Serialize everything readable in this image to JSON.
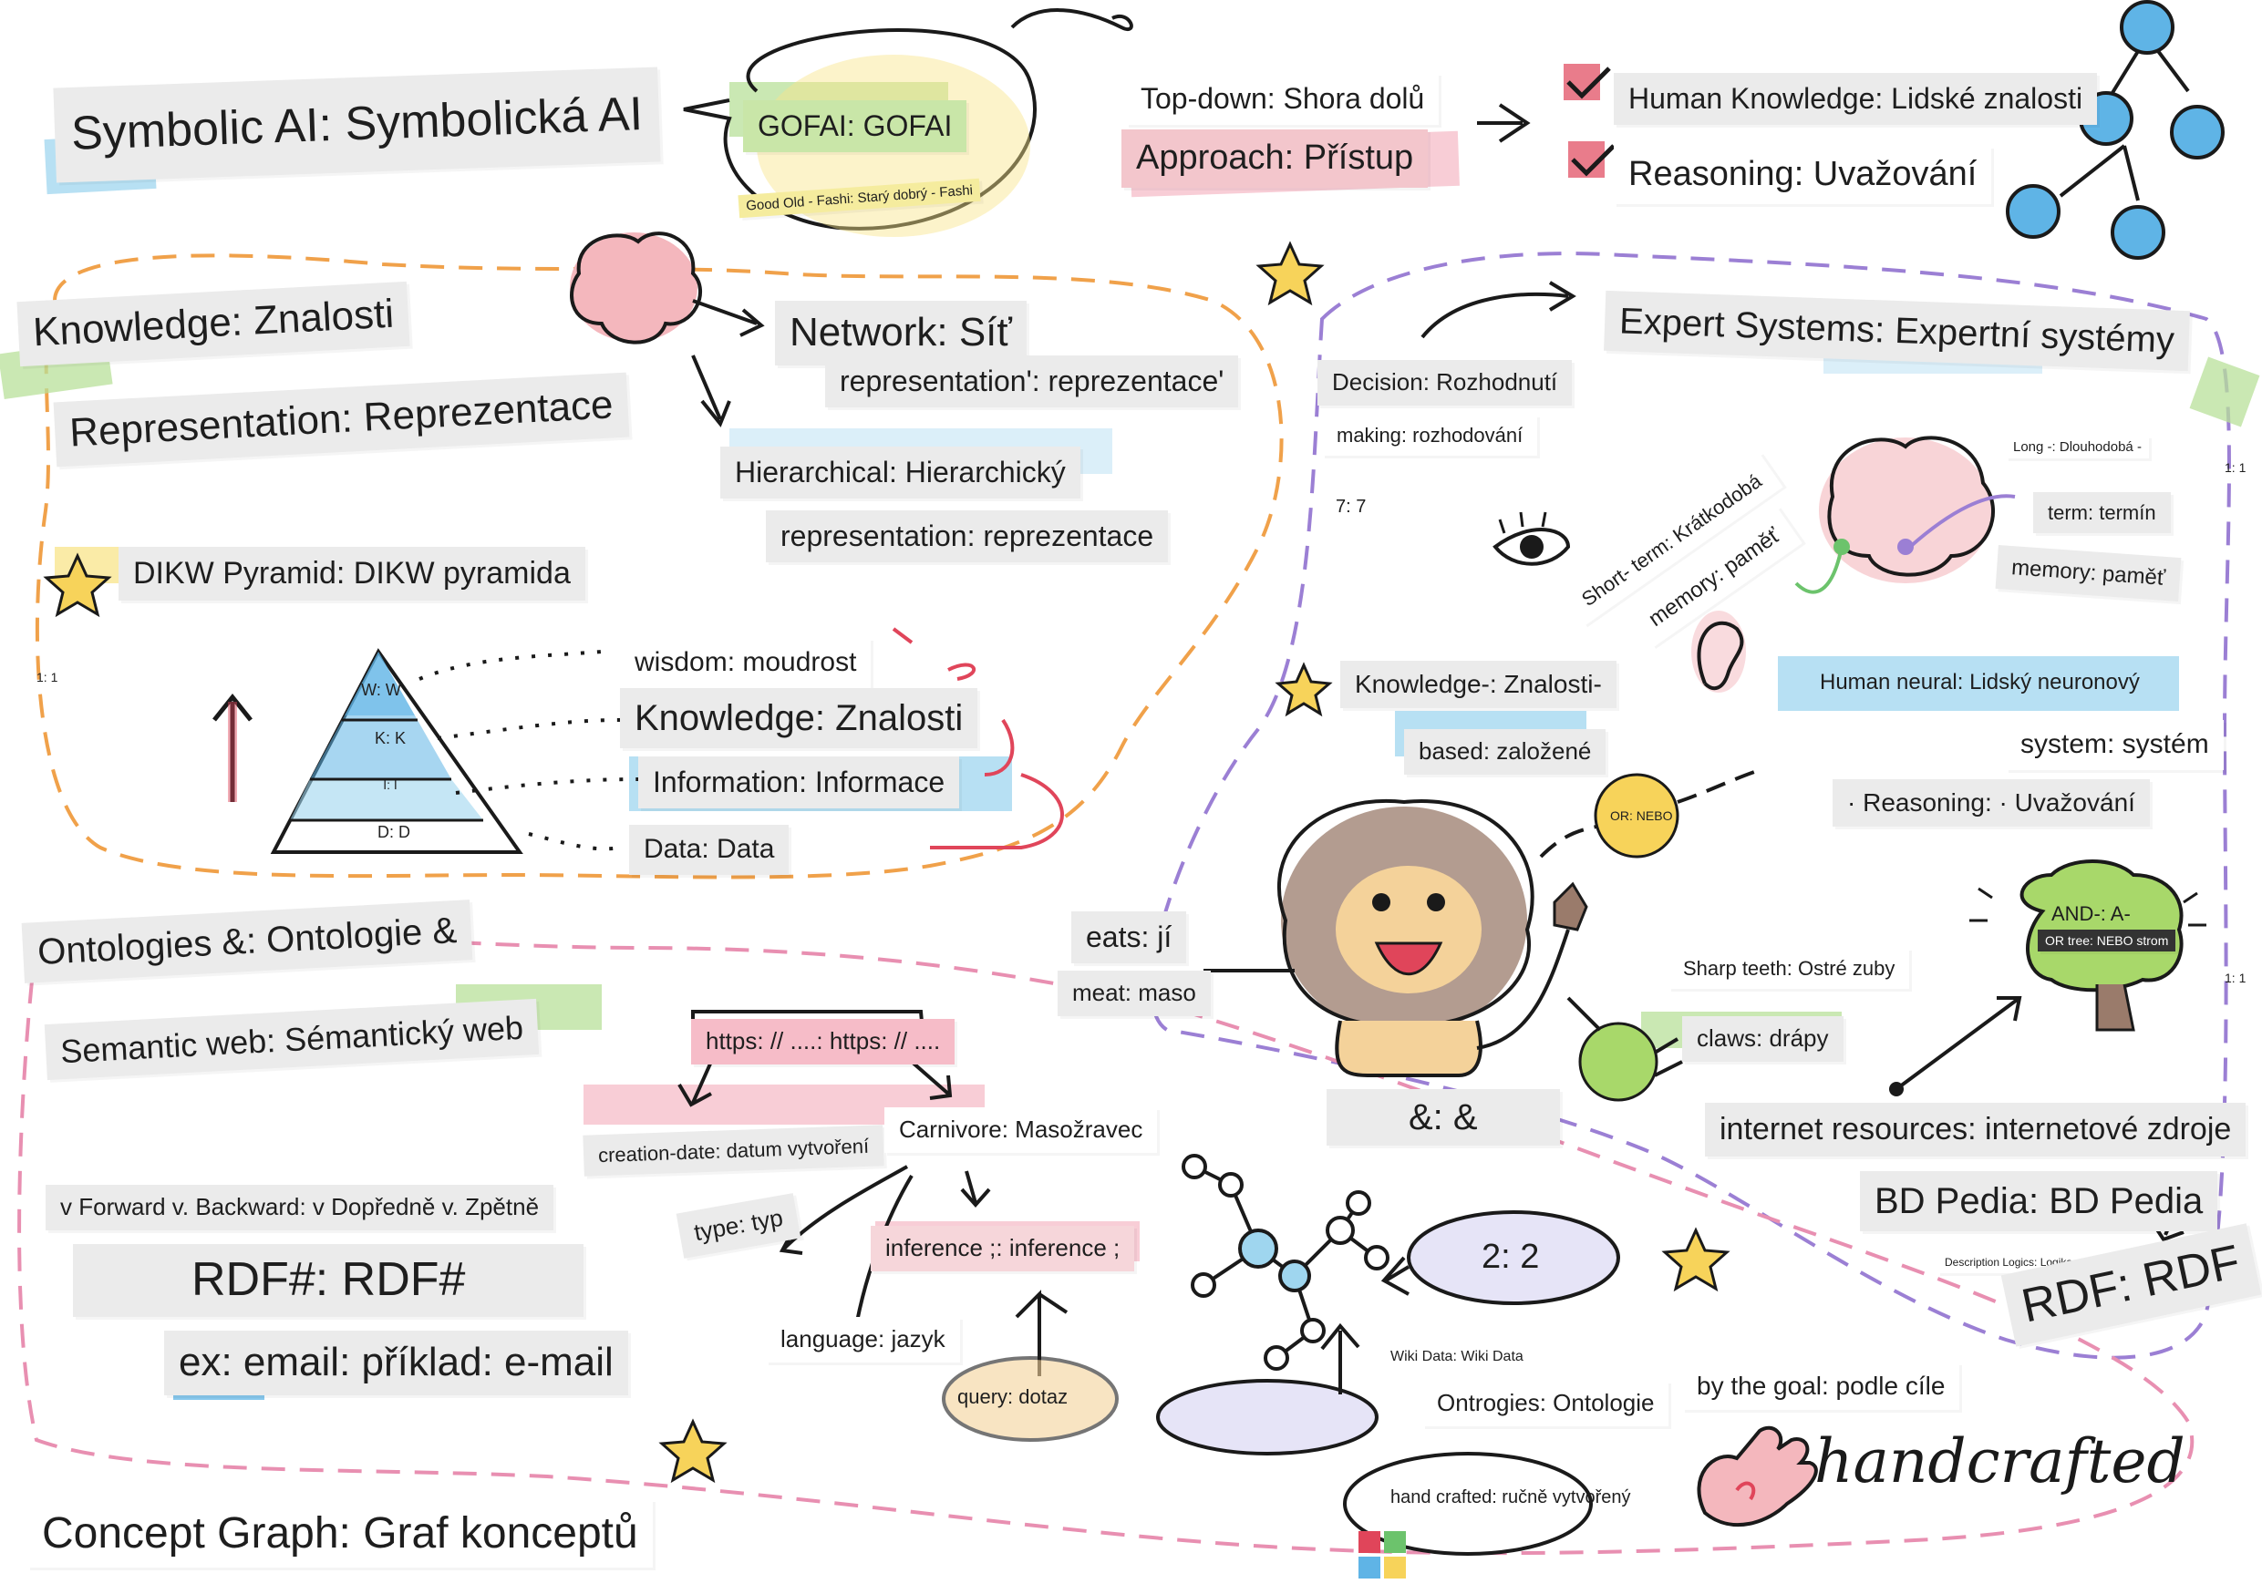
{
  "labels": {
    "symbolic_ai": "Symbolic AI: Symbolická AI",
    "gofai": "GOFAI: GOFAI",
    "good_old": "Good Old - Fashi: Starý dobrý - Fashi",
    "top_down": "Top-down: Shora dolů",
    "approach": "Approach: Přístup",
    "human_knowledge": "Human Knowledge: Lidské znalosti",
    "reasoning": "Reasoning: Uvažování",
    "knowledge": "Knowledge: Znalosti",
    "representation": "Representation: Reprezentace",
    "network": "Network: Síť",
    "representation_q": "representation': reprezentace'",
    "hierarchical": "Hierarchical: Hierarchický",
    "hier_representation": "representation: reprezentace",
    "dikw": "DIKW Pyramid: DIKW pyramida",
    "wisdom": "wisdom: moudrost",
    "knowledge2": "Knowledge: Znalosti",
    "information": "Information: Informace",
    "data": "Data: Data",
    "ontologies": "Ontologies &: Ontologie &",
    "semantic_web": "Semantic web: Sémantický web",
    "forward_backward": "v Forward v. Backward: v Dopředně v. Zpětně",
    "rdf_hash": "RDF#: RDF#",
    "example_email": "ex: email: příklad: e-mail",
    "concept_graph": "Concept Graph: Graf konceptů",
    "https": "https: // ....: https: // ....",
    "creation_date": "creation-date: datum vytvoření",
    "carnivore": "Carnivore: Masožravec",
    "type": "type: typ",
    "inference": "inference ;: inference ;",
    "language": "language: jazyk",
    "query": "query: dotaz",
    "decision": "Decision: Rozhodnutí",
    "making": "making: rozhodování",
    "seven": "7: 7",
    "expert_systems": "Expert Systems: Expertní systémy",
    "short_term": "Short- term: Krátkodobá",
    "st_memory": "memory: paměť",
    "long_term": "Long -: Dlouhodobá -",
    "lt_term": "term: termín",
    "lt_memory": "memory: paměť",
    "knowledge_based": "Knowledge-: Znalosti-",
    "based": "based: založené",
    "human_neural": "Human neural: Lidský neuronový",
    "system": "system: systém",
    "reasoning2": "· Reasoning: · Uvažování",
    "or_nebo": "OR: NEBO",
    "eats": "eats: jí",
    "meat": "meat: maso",
    "sharp_teeth": "Sharp teeth: Ostré zuby",
    "claws": "claws: drápy",
    "and_and": "&: &",
    "and_tree": "AND-: A-",
    "or_tree": "OR tree: NEBO strom",
    "internet_resources": "internet resources: internetové zdroje",
    "bd_pedia": "BD Pedia: BD Pedia",
    "description_logics": "Description Logics: Logika popisu",
    "rdf": "RDF: RDF",
    "two": "2: 2",
    "wiki_data": "Wiki Data: Wiki Data",
    "ontrogies": "Ontrogies: Ontologie",
    "by_goal": "by the goal: podle cíle",
    "hand_crafted": "hand crafted: ručně vytvořený",
    "handcrafted_script": "handcrafted",
    "pyr_w": "W: W",
    "pyr_k": "K: K",
    "pyr_i": "I: I",
    "pyr_d": "D: D",
    "ratio_1_1": "1: 1"
  },
  "colors": {
    "orange_dash": "#f0a14a",
    "purple_dash": "#9b7fd4",
    "pink_dash": "#e88fb1",
    "blue_node": "#5fb4e6",
    "brain_pink": "#f4b7bd",
    "star_yellow": "#f7d35a",
    "check_red": "#e0455a",
    "lion_brown": "#9a7b6b",
    "ball_green": "#a8d86a",
    "highlight_green": "#b9e09a",
    "highlight_blue": "#9fd6ef",
    "highlight_pink": "#f6bcc8",
    "highlight_yellow": "#f9e48a"
  },
  "icons": [
    "brain-icon",
    "star-icon",
    "check-icon",
    "eye-icon",
    "ear-icon",
    "lion-icon",
    "tree-icon",
    "hand-icon",
    "molecule-icon",
    "windows-logo-icon",
    "tree-graph-icon",
    "pyramid-icon"
  ]
}
